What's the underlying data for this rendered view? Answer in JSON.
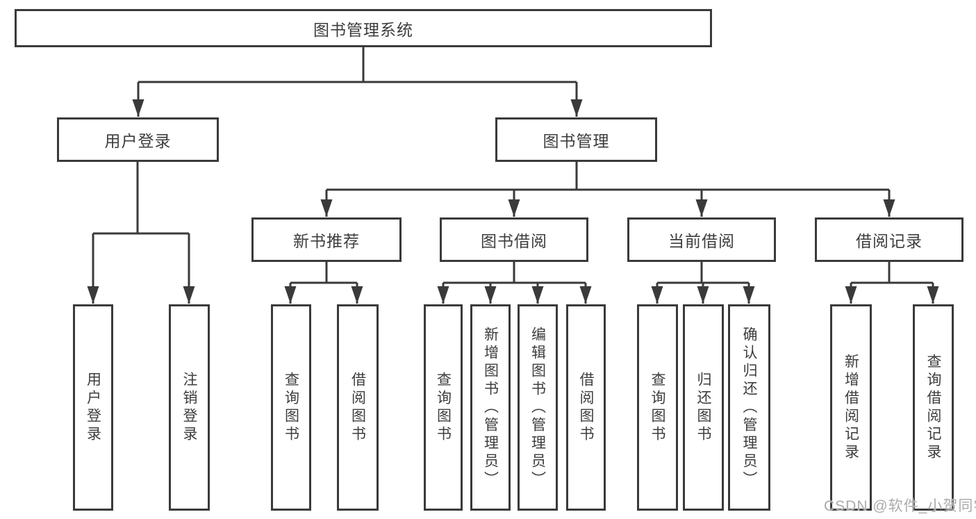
{
  "diagram": {
    "root": {
      "label": "图书管理系统"
    },
    "level2": [
      {
        "label": "用户登录"
      },
      {
        "label": "图书管理"
      }
    ],
    "level3": [
      {
        "label": "新书推荐"
      },
      {
        "label": "图书借阅"
      },
      {
        "label": "当前借阅"
      },
      {
        "label": "借阅记录"
      }
    ],
    "leaves": [
      {
        "label": "用户登录",
        "parent": "用户登录"
      },
      {
        "label": "注销登录",
        "parent": "用户登录"
      },
      {
        "label": "查询图书",
        "parent": "新书推荐"
      },
      {
        "label": "借阅图书",
        "parent": "新书推荐"
      },
      {
        "label": "查询图书",
        "parent": "图书借阅"
      },
      {
        "label": "新增图书（管理员）",
        "parent": "图书借阅"
      },
      {
        "label": "编辑图书（管理员）",
        "parent": "图书借阅"
      },
      {
        "label": "借阅图书",
        "parent": "图书借阅"
      },
      {
        "label": "查询图书",
        "parent": "当前借阅"
      },
      {
        "label": "归还图书",
        "parent": "当前借阅"
      },
      {
        "label": "确认归还（管理员）",
        "parent": "当前借阅"
      },
      {
        "label": "新增借阅记录",
        "parent": "借阅记录"
      },
      {
        "label": "查询借阅记录",
        "parent": "借阅记录"
      }
    ],
    "colors": {
      "line": "#3a3a3a",
      "border": "#3a3a3a",
      "text": "#3d3d3d",
      "background": "#ffffff"
    }
  },
  "watermark": {
    "text": "CSDN @软件_小贺同学",
    "color": "#ababab"
  }
}
